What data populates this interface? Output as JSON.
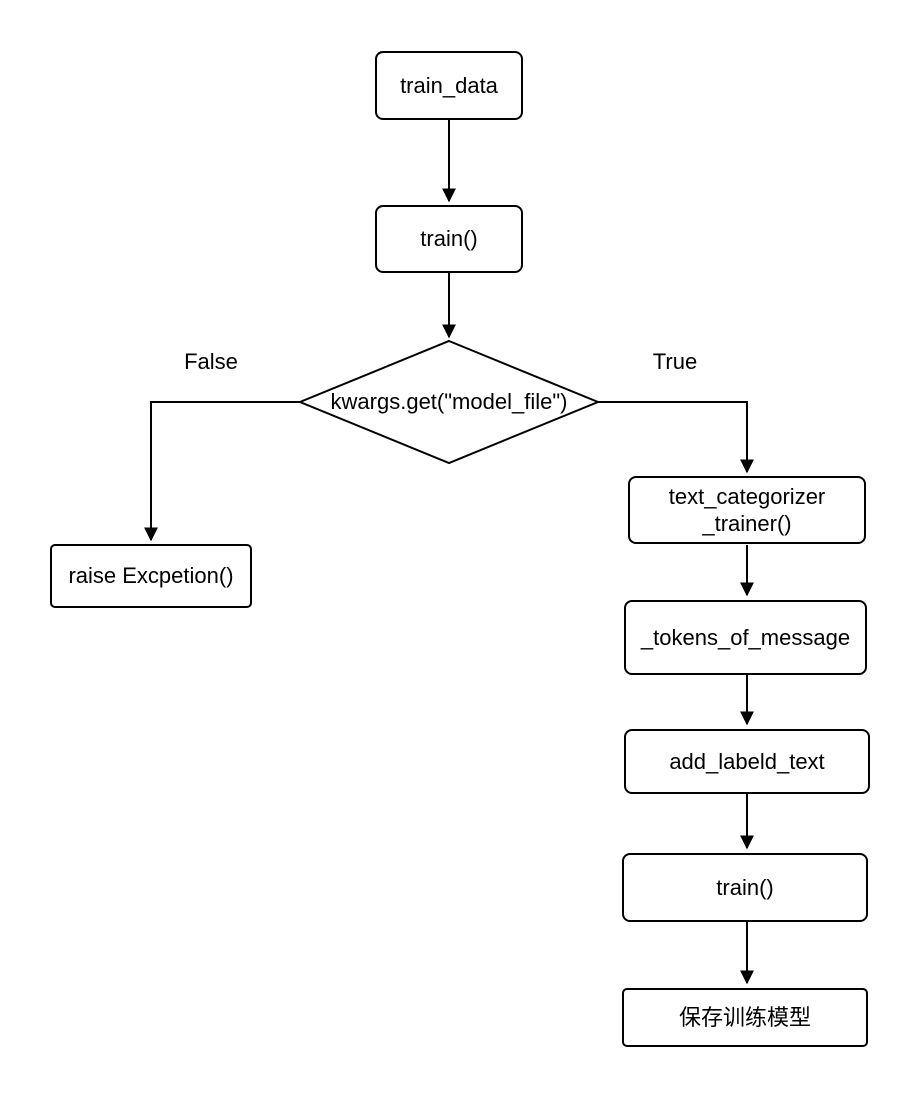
{
  "canvas": {
    "background": "#ffffff",
    "stroke_color": "#000000",
    "text_color": "#000000"
  },
  "nodes": {
    "train_data": {
      "label": "train_data"
    },
    "train_call": {
      "label": "train()"
    },
    "decision": {
      "label": "kwargs.get(\"model_file\")"
    },
    "raise_exception": {
      "label": "raise Excpetion()"
    },
    "text_categorizer_trainer": {
      "line1": "text_categorizer",
      "line2": "_trainer()"
    },
    "tokens_of_message": {
      "label": "_tokens_of_message"
    },
    "add_labeld_text": {
      "label": "add_labeld_text"
    },
    "train_call_2": {
      "label": "train()"
    },
    "save_model": {
      "label": "保存训练模型"
    }
  },
  "branch_labels": {
    "false_branch": "False",
    "true_branch": "True"
  }
}
